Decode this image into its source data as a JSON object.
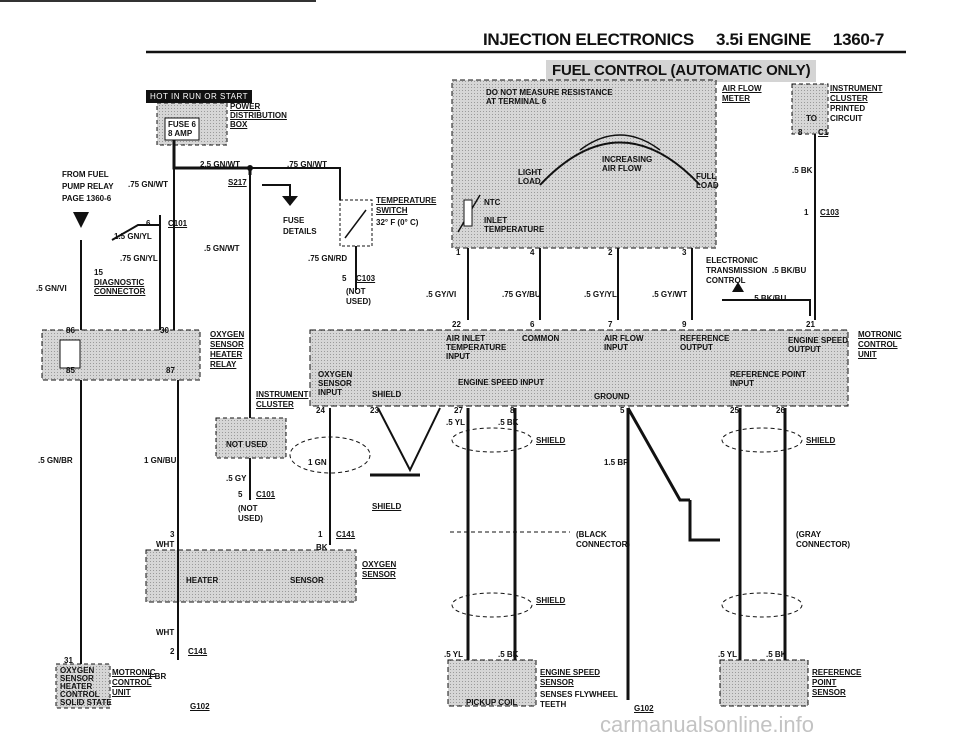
{
  "header": {
    "title": "INJECTION ELECTRONICS",
    "engine": "3.5i ENGINE",
    "page": "1360-7"
  },
  "banner": "FUEL CONTROL (AUTOMATIC ONLY)",
  "hot_box": "HOT IN RUN OR START",
  "power_box": {
    "line1": "POWER",
    "line2": "DISTRIBUTION",
    "line3": "BOX",
    "fuse": "FUSE 6",
    "amp": "8 AMP"
  },
  "from_fuel": {
    "line1": "FROM FUEL",
    "line2": "PUMP RELAY",
    "line3": "PAGE 1360-6"
  },
  "wires": {
    "w1": "2.5 GN/WT",
    "w2": ".75 GN/WT",
    "w3": ".75 GN/WT",
    "s217": "S217",
    "c101": "C101",
    "w4": "1.5 GN/YL",
    "w5": ".75 GN/YL",
    "w6": ".5 GN/WT",
    "pin6": "6",
    "pin15": "15",
    "w7": ".5 GN/VI",
    "diag1": "DIAGNOSTIC",
    "diag2": "CONNECTOR",
    "fuse_details1": "FUSE",
    "fuse_details2": "DETAILS",
    "w8": ".75 GN/RD",
    "c103": "C103",
    "pin5": "5",
    "not_used1": "(NOT",
    "not_used2": "USED)"
  },
  "temp_switch": {
    "l1": "TEMPERATURE",
    "l2": "SWITCH",
    "l3": "32° F (0° C)"
  },
  "afm": {
    "l1": "DO NOT MEASURE RESISTANCE",
    "l2": "AT TERMINAL 6",
    "increasing1": "INCREASING",
    "increasing2": "AIR FLOW",
    "light1": "LIGHT",
    "light2": "LOAD",
    "full1": "FULL",
    "full2": "LOAD",
    "ntc": "NTC",
    "inlet1": "INLET",
    "inlet2": "TEMPERATURE",
    "title1": "AIR FLOW",
    "title2": "METER",
    "p1": "1",
    "p4": "4",
    "p2": "2",
    "p3": "3"
  },
  "instrument": {
    "l1": "INSTRUMENT",
    "l2": "CLUSTER",
    "l3": "PRINTED",
    "l4": "CIRCUIT",
    "to": "TO",
    "pin8": "8",
    "c1": "C1",
    "w": ".5 BK",
    "pin1": "1",
    "c103": "C103"
  },
  "etc": {
    "l1": "ELECTRONIC",
    "l2": "TRANSMISSION",
    "l3": "CONTROL",
    "w1": ".5 BK/BU",
    "w2": ".5 BK/BU"
  },
  "mid_wires": {
    "w1": ".5 GY/VI",
    "w2": ".75 GY/BU",
    "w3": ".5 GY/YL",
    "w4": ".5 GY/WT"
  },
  "mcu": {
    "title1": "MOTRONIC",
    "title2": "CONTROL",
    "title3": "UNIT",
    "air_inlet1": "AIR INLET",
    "air_inlet2": "TEMPERATURE",
    "air_inlet3": "INPUT",
    "common": "COMMON",
    "airflow1": "AIR FLOW",
    "airflow2": "INPUT",
    "ref1": "REFERENCE",
    "ref2": "OUTPUT",
    "eng1": "ENGINE SPEED",
    "eng2": "OUTPUT",
    "o2_1": "OXYGEN",
    "o2_2": "SENSOR",
    "o2_3": "INPUT",
    "esi": "ENGINE SPEED INPUT",
    "shield": "SHIELD",
    "ground": "GROUND",
    "rpi1": "REFERENCE POINT",
    "rpi2": "INPUT",
    "p22": "22",
    "p6": "6",
    "p7": "7",
    "p9": "9",
    "p21": "21",
    "p24": "24",
    "p23": "23",
    "p27": "27",
    "p8": "8",
    "p5": "5",
    "p25": "25",
    "p26": "26",
    "inst1": "INSTRUMENT",
    "inst2": "CLUSTER"
  },
  "relay": {
    "l1": "OXYGEN",
    "l2": "SENSOR",
    "l3": "HEATER",
    "l4": "RELAY",
    "p86": "86",
    "p30": "30",
    "p85": "85",
    "p87": "87"
  },
  "lower": {
    "w1": ".5 GN/BR",
    "w2": "1 GN/BU",
    "not_used": "NOT USED",
    "w3": ".5 GY",
    "c101": "C101",
    "pin5": "5",
    "nu1": "(NOT",
    "nu2": "USED)",
    "w4": "1 GN",
    "shield": "SHIELD",
    "pin3": "3",
    "wht": "WHT",
    "pin1": "1",
    "c141": "C141",
    "bk": "BK",
    "w5": ".5 YL",
    ".5bk": ".5 BK",
    "w6": "1.5 BR",
    "black1": "(BLACK",
    "black2": "CONNECTOR)",
    "gray1": "(GRAY",
    "gray2": "CONNECTOR)",
    "shield2": "SHIELD",
    "shield3": "SHIELD",
    "shield4": "SHIELD"
  },
  "o2sensor": {
    "l1": "OXYGEN",
    "l2": "SENSOR",
    "heater": "HEATER",
    "sensor": "SENSOR"
  },
  "bottom": {
    "wht": "WHT",
    "pin2": "2",
    "c141": "C141",
    "pin31": "31",
    "w1": "1 BR",
    "oxy_box1": "OXYGEN",
    "oxy_box2": "SENSOR",
    "oxy_box3": "HEATER",
    "oxy_box4": "CONTROL",
    "oxy_box5": "SOLID STATE",
    "m1": "MOTRONIC",
    "m2": "CONTROL",
    "m3": "UNIT",
    "g102a": "G102",
    "g102b": "G102",
    "w2": ".5 YL",
    "w3": ".5 BK",
    "w4": ".5 YL",
    "w5": ".5 BK",
    "pickup": "PICKUP COIL",
    "es1": "ENGINE SPEED",
    "es2": "SENSOR",
    "es3": "SENSES FLYWHEEL",
    "es4": "TEETH",
    "rp1": "REFERENCE",
    "rp2": "POINT",
    "rp3": "SENSOR"
  },
  "watermark": "carmanualsonline.info"
}
